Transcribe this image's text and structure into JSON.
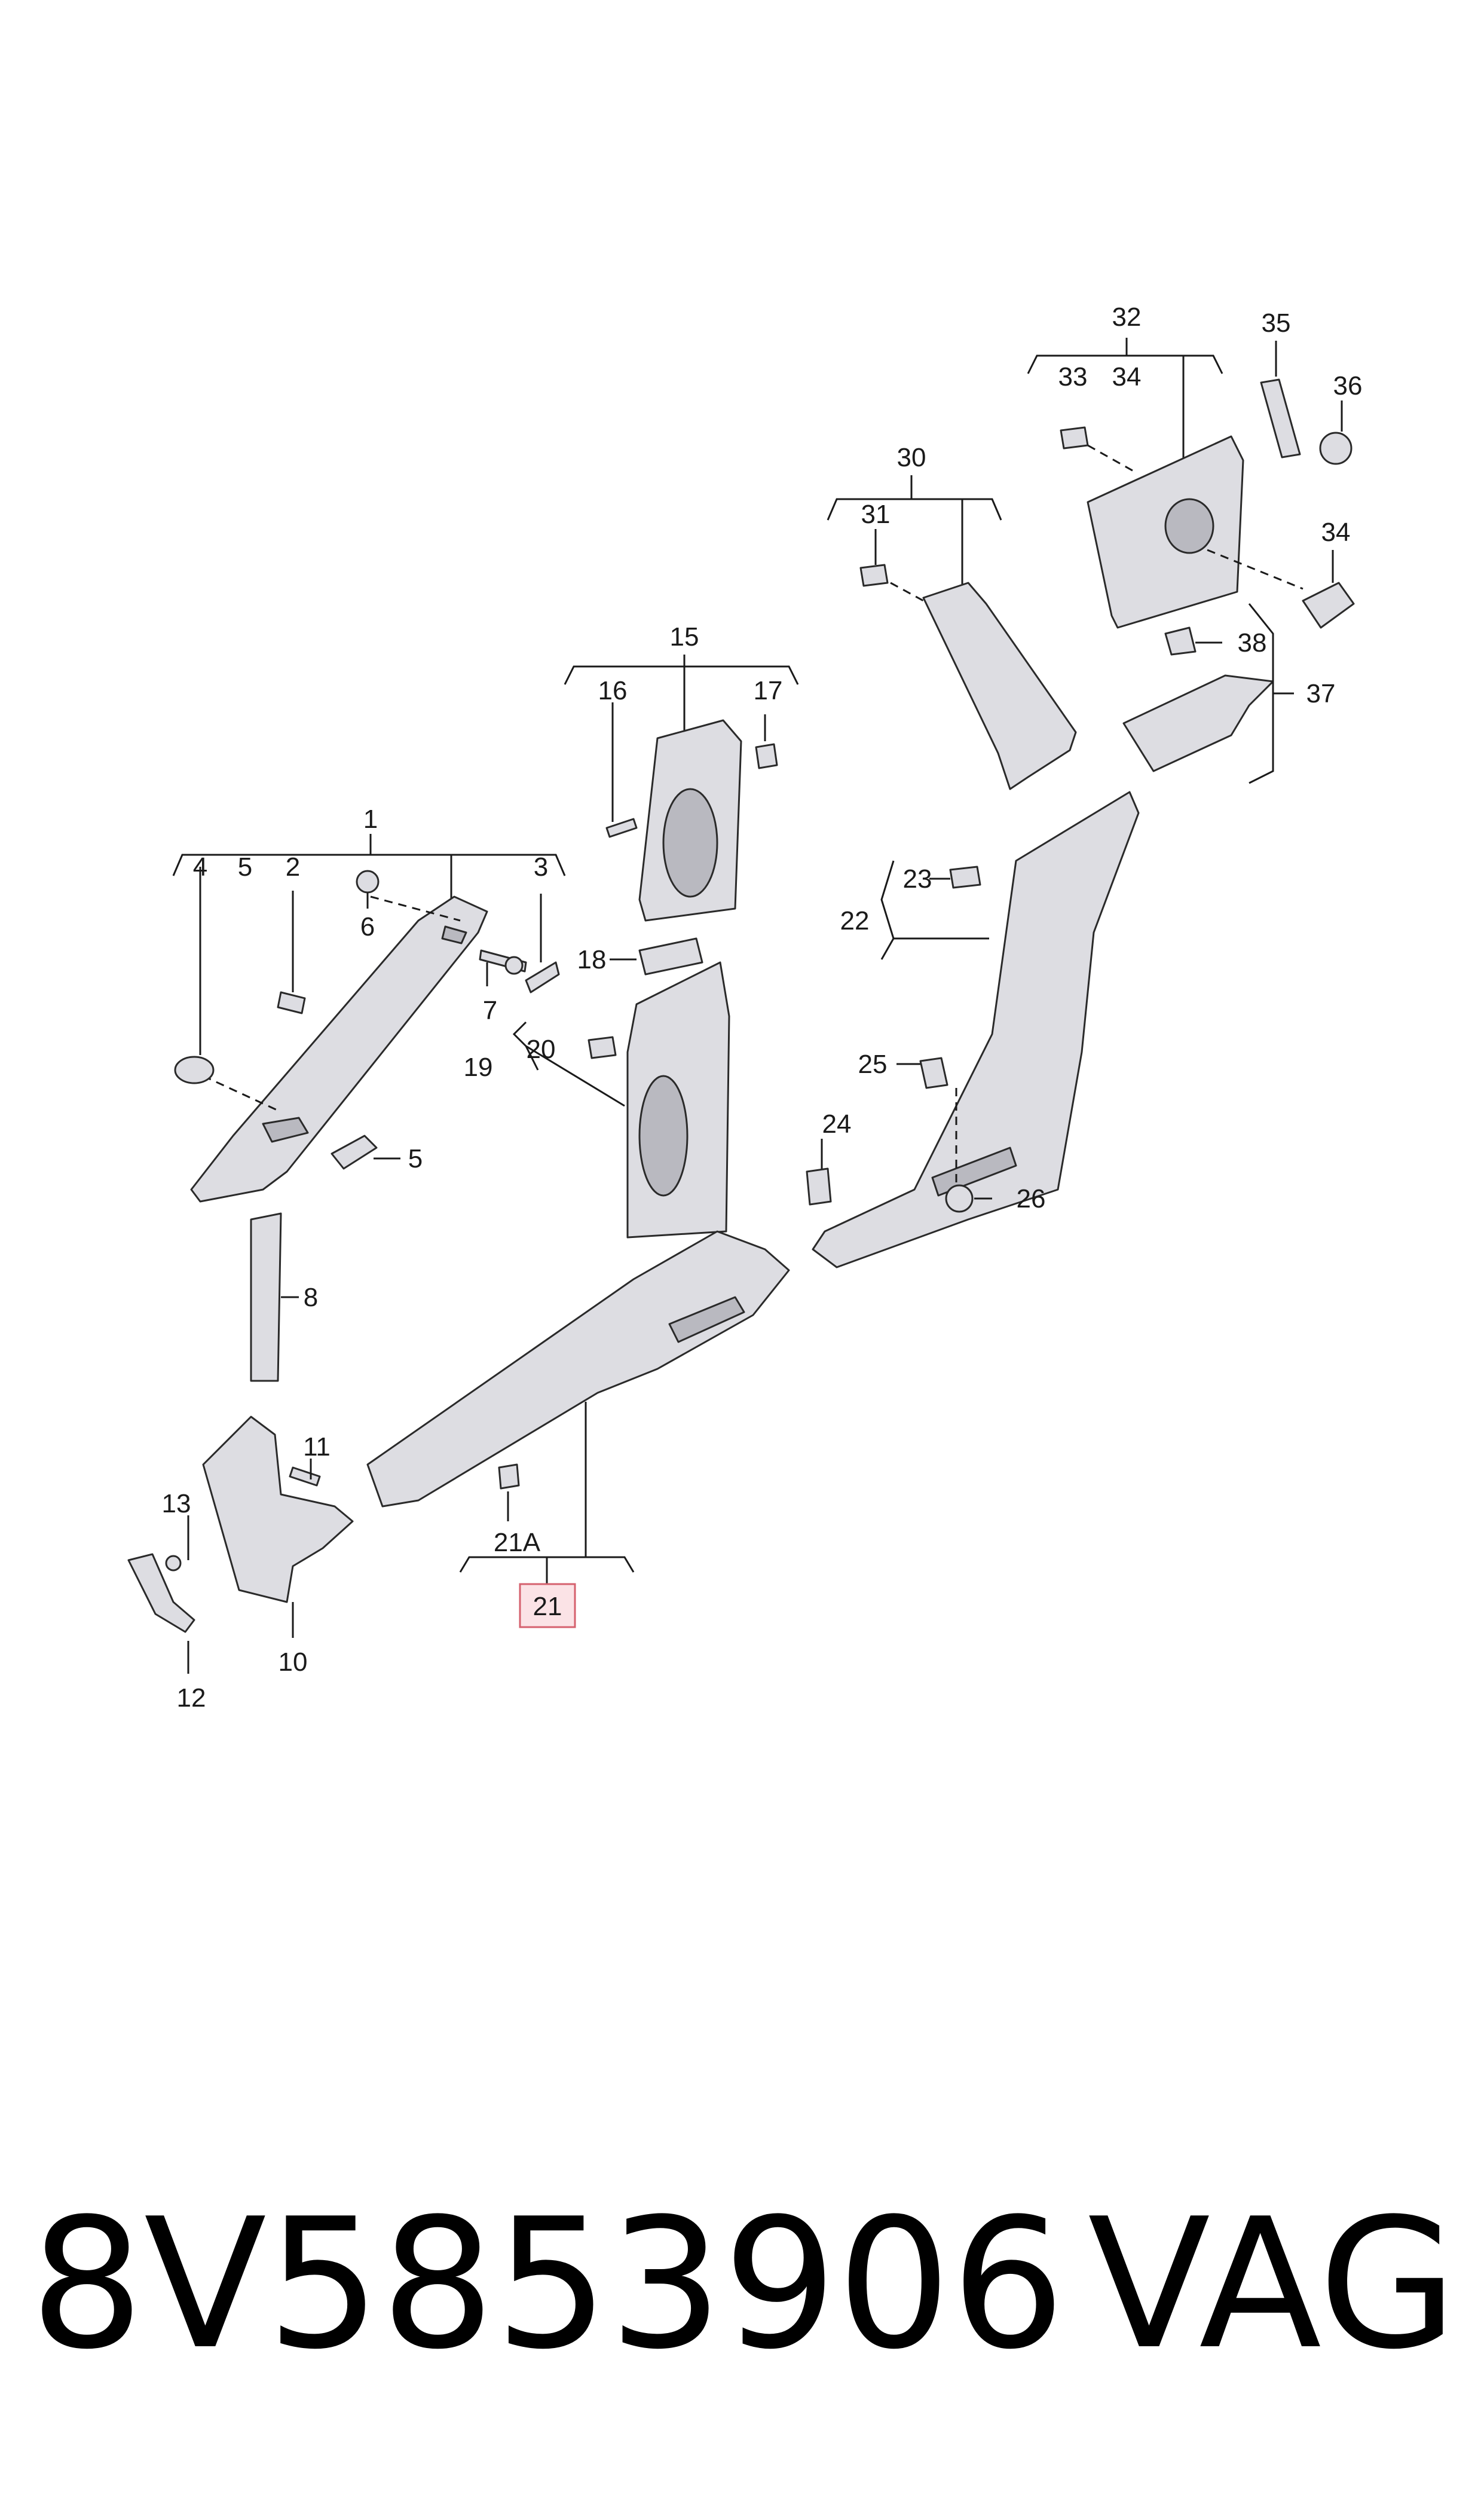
{
  "labels": {
    "l1": "1",
    "l2": "2",
    "l3": "3",
    "l4": "4",
    "l5a": "5",
    "l5b": "5",
    "l6": "6",
    "l7": "7",
    "l8": "8",
    "l10": "10",
    "l11": "11",
    "l12": "12",
    "l13": "13",
    "l15": "15",
    "l16": "16",
    "l17": "17",
    "l18": "18",
    "l19": "19",
    "l20": "20",
    "l21": "21",
    "l21a": "21A",
    "l22": "22",
    "l23": "23",
    "l24": "24",
    "l25": "25",
    "l26": "26",
    "l30": "30",
    "l31": "31",
    "l32": "32",
    "l33": "33",
    "l34a": "34",
    "l34b": "34",
    "l35": "35",
    "l36": "36",
    "l37": "37",
    "l38": "38"
  },
  "highlighted_part": "21",
  "highlight_color": "#d5616e",
  "footer": {
    "part_number": "8V5853906",
    "brand": "VAG"
  }
}
